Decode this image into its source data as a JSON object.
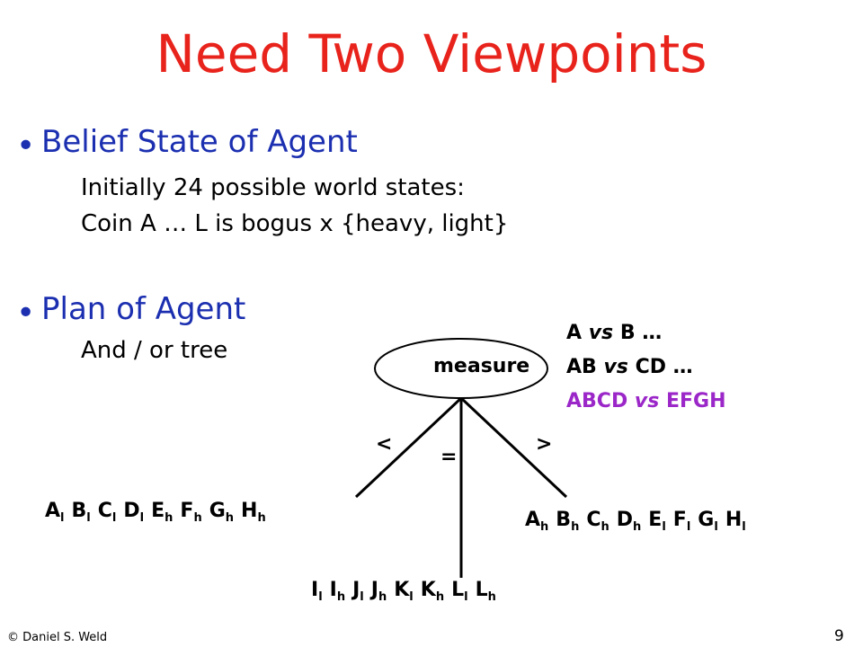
{
  "slide": {
    "title": "Need Two Viewpoints",
    "bullets": [
      {
        "heading": "Belief State of Agent",
        "lines": [
          "Initially 24 possible world states:",
          "Coin A … L is bogus  x  {heavy, light}"
        ]
      },
      {
        "heading": "Plan of Agent",
        "lines": [
          "And / or tree"
        ]
      }
    ],
    "bullet_symbol": "•"
  },
  "tree": {
    "root_label": "measure",
    "branch_labels": {
      "less": "<",
      "equal": "=",
      "greater": ">"
    },
    "options": [
      {
        "left": "A",
        "vs": "vs",
        "right": "B …",
        "color": "#000000"
      },
      {
        "left": "AB",
        "vs": "vs",
        "right": "CD …",
        "color": "#000000"
      },
      {
        "left": "ABCD",
        "vs": "vs",
        "right": "EFGH",
        "color": "#9b27c8"
      }
    ],
    "leaves": {
      "left": [
        {
          "c": "A",
          "s": "l"
        },
        {
          "c": "B",
          "s": "l"
        },
        {
          "c": "C",
          "s": "l"
        },
        {
          "c": "D",
          "s": "l"
        },
        {
          "c": "E",
          "s": "h"
        },
        {
          "c": "F",
          "s": "h"
        },
        {
          "c": "G",
          "s": "h"
        },
        {
          "c": "H",
          "s": "h"
        }
      ],
      "middle": [
        {
          "c": "I",
          "s": "l"
        },
        {
          "c": "I",
          "s": "h"
        },
        {
          "c": "J",
          "s": "l"
        },
        {
          "c": "J",
          "s": "h"
        },
        {
          "c": "K",
          "s": "l"
        },
        {
          "c": "K",
          "s": "h"
        },
        {
          "c": "L",
          "s": "l"
        },
        {
          "c": "L",
          "s": "h"
        }
      ],
      "right": [
        {
          "c": "A",
          "s": "h"
        },
        {
          "c": "B",
          "s": "h"
        },
        {
          "c": "C",
          "s": "h"
        },
        {
          "c": "D",
          "s": "h"
        },
        {
          "c": "E",
          "s": "l"
        },
        {
          "c": "F",
          "s": "l"
        },
        {
          "c": "G",
          "s": "l"
        },
        {
          "c": "H",
          "s": "l"
        }
      ]
    }
  },
  "footer": {
    "copyright": "© Daniel S. Weld",
    "page_number": "9"
  },
  "colors": {
    "title": "#e8231c",
    "bullet": "#1b2fb0",
    "highlight": "#9b27c8"
  }
}
